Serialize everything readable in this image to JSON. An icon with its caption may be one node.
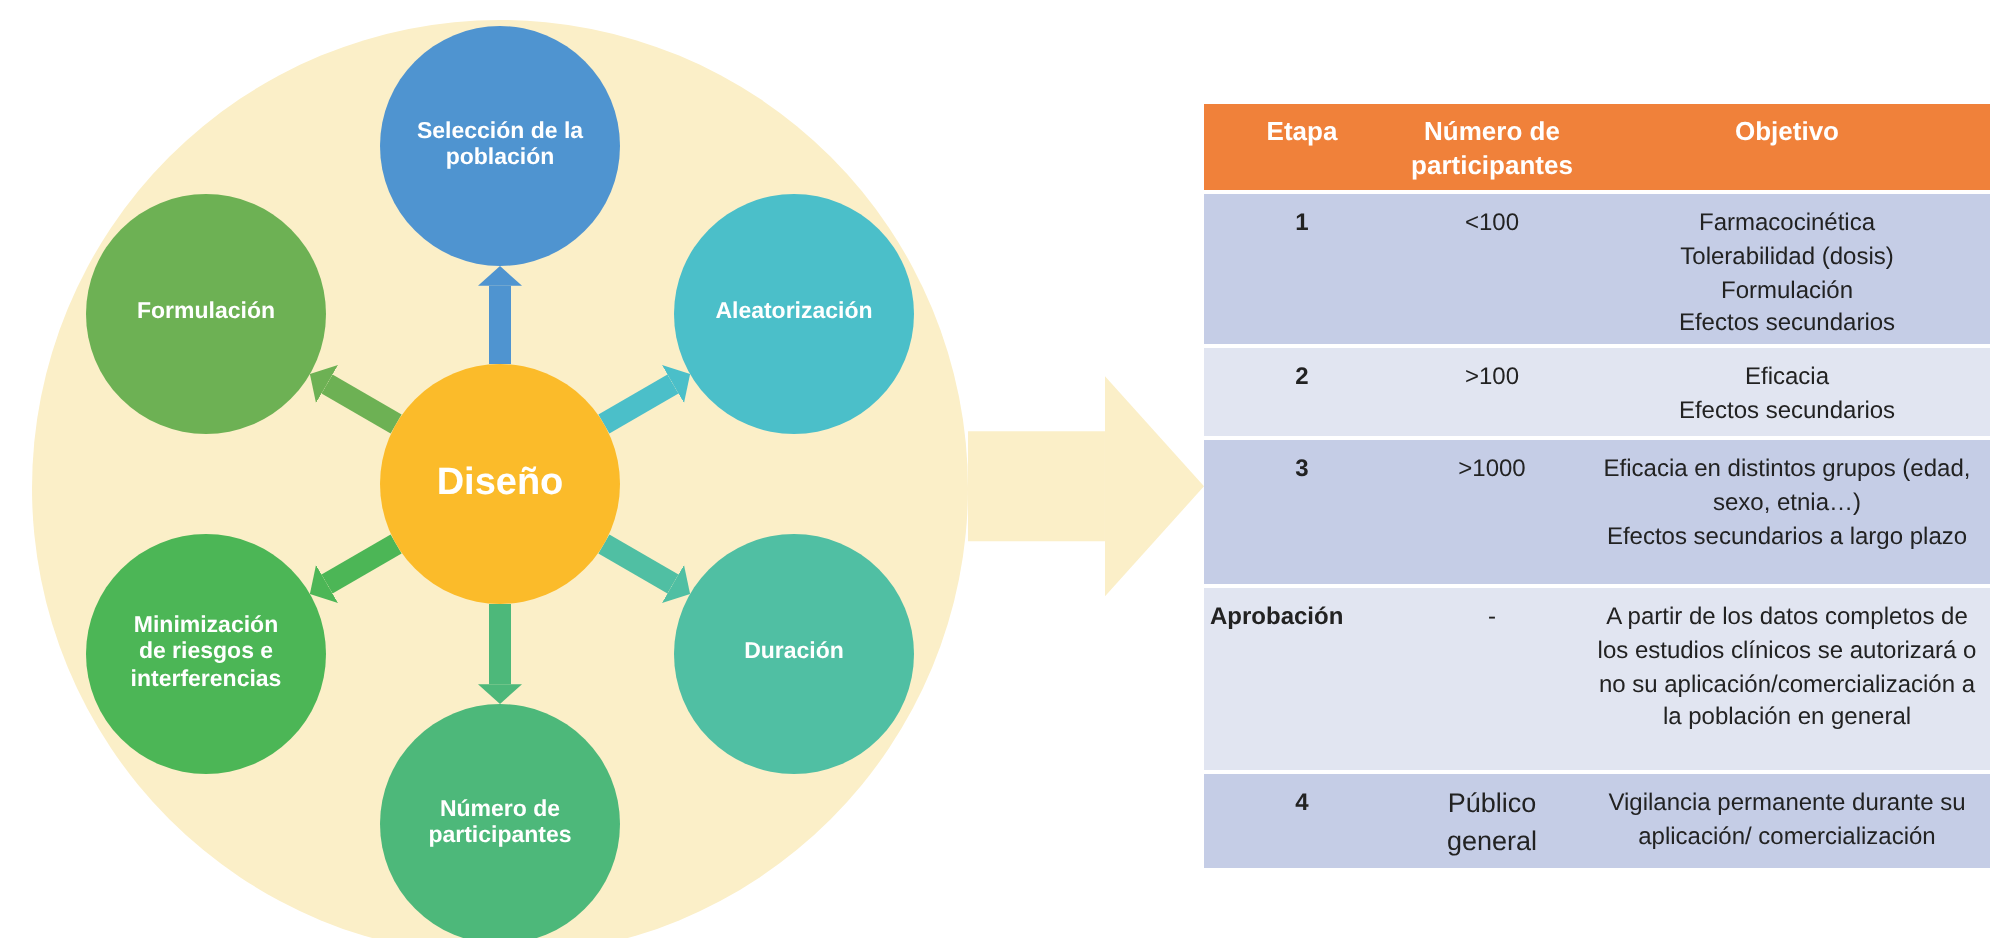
{
  "diagram": {
    "nodes": [
      {
        "text": [],
        "shape": "circle"
      },
      {
        "text": [
          "Selección de la población"
        ],
        "in": 0
      },
      {
        "text": [
          "Formulación"
        ],
        "in": 0
      },
      {
        "text": [
          "Aleatorización"
        ],
        "in": 0
      },
      {
        "text": [
          "Diseño"
        ],
        "in": 0
      },
      {
        "text": [
          "Minimización de riesgos e interferencias"
        ],
        "in": 0
      },
      {
        "text": [
          "Duración"
        ],
        "in": 0
      },
      {
        "text": [
          "Número de participantes"
        ],
        "in": 0
      },
      {
        "text": [],
        "shape": "box"
      }
    ],
    "edges": [
      {
        "from": 4,
        "to": 1,
        "arrow": "to",
        "color": "#4f94d0"
      },
      {
        "from": 4,
        "to": 2,
        "arrow": "to",
        "color": "#6db154"
      },
      {
        "from": 4,
        "to": 3,
        "arrow": "to",
        "color": "#4bbfc9"
      },
      {
        "from": 4,
        "to": 5,
        "arrow": "to",
        "color": "#4cb656"
      },
      {
        "from": 4,
        "to": 6,
        "arrow": "to",
        "color": "#50bfa3"
      },
      {
        "from": 4,
        "to": 7,
        "arrow": "to",
        "color": "#4db87a"
      },
      {
        "from": 0,
        "to": 8,
        "arrow": "to",
        "style": "thick",
        "color": "#fbefc8"
      }
    ],
    "labels": [
      "Etapa",
      "Número de participantes",
      "Objetivo",
      "1",
      "<100",
      "Farmacocinética",
      "Tolerabilidad (dosis)",
      "Formulación",
      "Efectos secundarios",
      "2",
      ">100",
      "Eficacia",
      "Efectos secundarios",
      "3",
      ">1000",
      "Eficacia en distintos grupos (edad, sexo, etnia…)",
      "Efectos secundarios a largo plazo",
      "Aprobación",
      "-",
      "A partir de los datos completos de los estudios clínicos se autorizará o no su aplicación/comercialización a la población en general",
      "4",
      "Público general",
      "Vigilancia permanente durante su aplicación/ comercialización"
    ]
  }
}
